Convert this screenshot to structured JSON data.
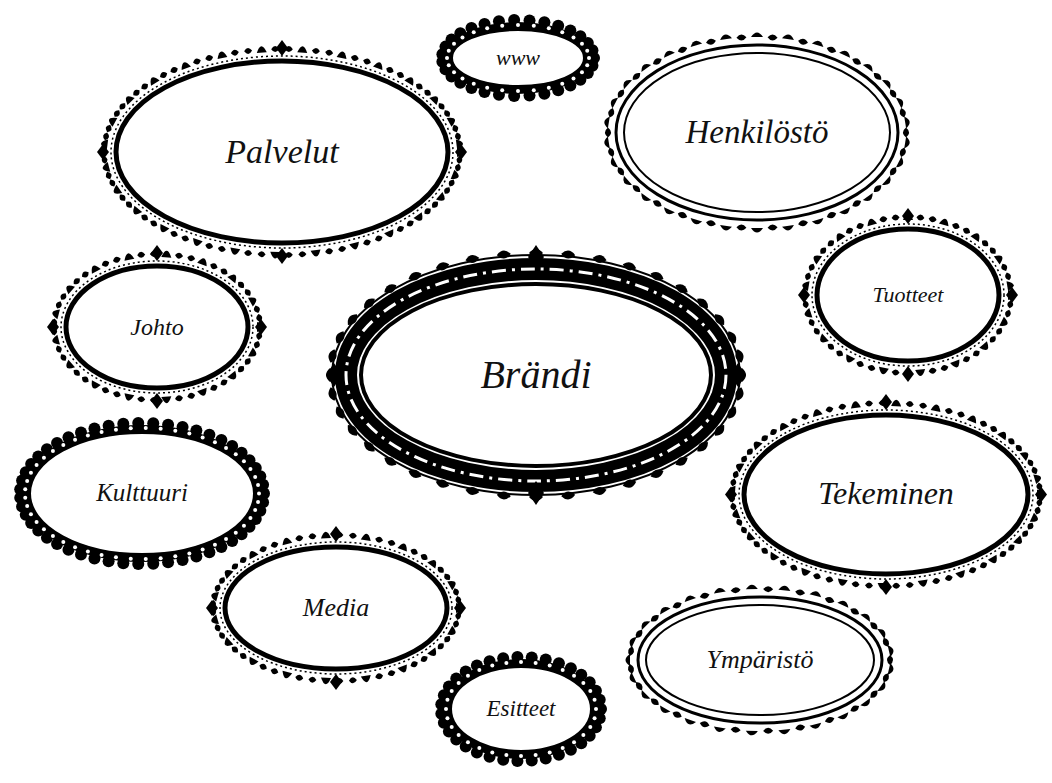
{
  "diagram": {
    "nodes": [
      {
        "text": [
          "www"
        ]
      },
      {
        "text": [
          "Palvelut"
        ]
      },
      {
        "text": [
          "Henkilöstö"
        ]
      },
      {
        "text": [
          "Tuotteet"
        ]
      },
      {
        "text": [
          "Johto"
        ]
      },
      {
        "text": [
          "Brändi"
        ]
      },
      {
        "text": [
          "Kulttuuri"
        ]
      },
      {
        "text": [
          "Tekeminen"
        ]
      },
      {
        "text": [
          "Media"
        ]
      },
      {
        "text": [
          "Ympäristö"
        ]
      },
      {
        "text": [
          "Esitteet"
        ]
      }
    ]
  }
}
